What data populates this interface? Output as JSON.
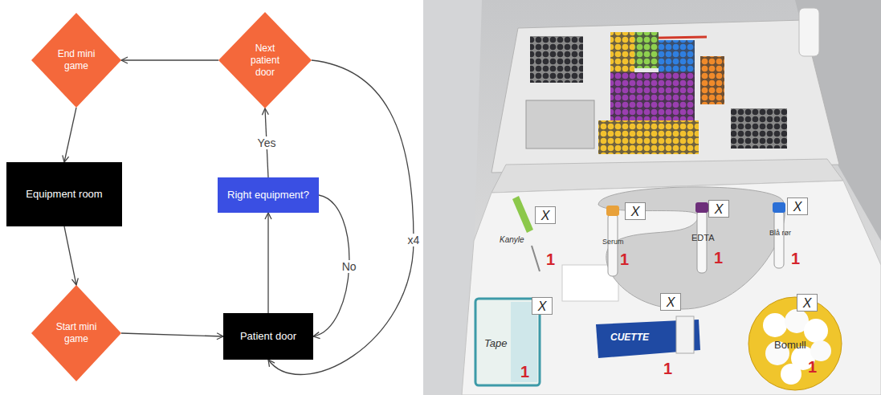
{
  "diagram": {
    "nodes": [
      {
        "text": [
          "End mini game"
        ]
      },
      {
        "text": [
          "Next patient door"
        ]
      },
      {
        "text": [
          "Equipment room"
        ]
      },
      {
        "text": [
          "Right equipment?"
        ]
      },
      {
        "text": [
          "Start mini game"
        ]
      },
      {
        "text": [
          "Patient door"
        ]
      }
    ],
    "edges": [
      {
        "from": 1,
        "to": 0,
        "arrow": "to"
      },
      {
        "from": 0,
        "to": 2,
        "arrow": "to"
      },
      {
        "from": 2,
        "to": 4,
        "arrow": "to"
      },
      {
        "from": 4,
        "to": 5,
        "arrow": "to"
      },
      {
        "from": 5,
        "to": 3,
        "arrow": "to"
      },
      {
        "from": 3,
        "to": 1,
        "label": "Yes",
        "arrow": "to"
      },
      {
        "from": 3,
        "to": 5,
        "label": "No",
        "arrow": "to"
      },
      {
        "from": 1,
        "to": 5,
        "label": "x4",
        "arrow": "to"
      }
    ],
    "labels": [
      "X",
      "Kanyle",
      "1",
      "X",
      "Serum",
      "1",
      "X",
      "EDTA",
      "1",
      "X",
      "Blå rør",
      "1",
      "X",
      "Tape",
      "1",
      "X",
      "CUETTE",
      "1",
      "X",
      "Bomull",
      "1"
    ]
  }
}
